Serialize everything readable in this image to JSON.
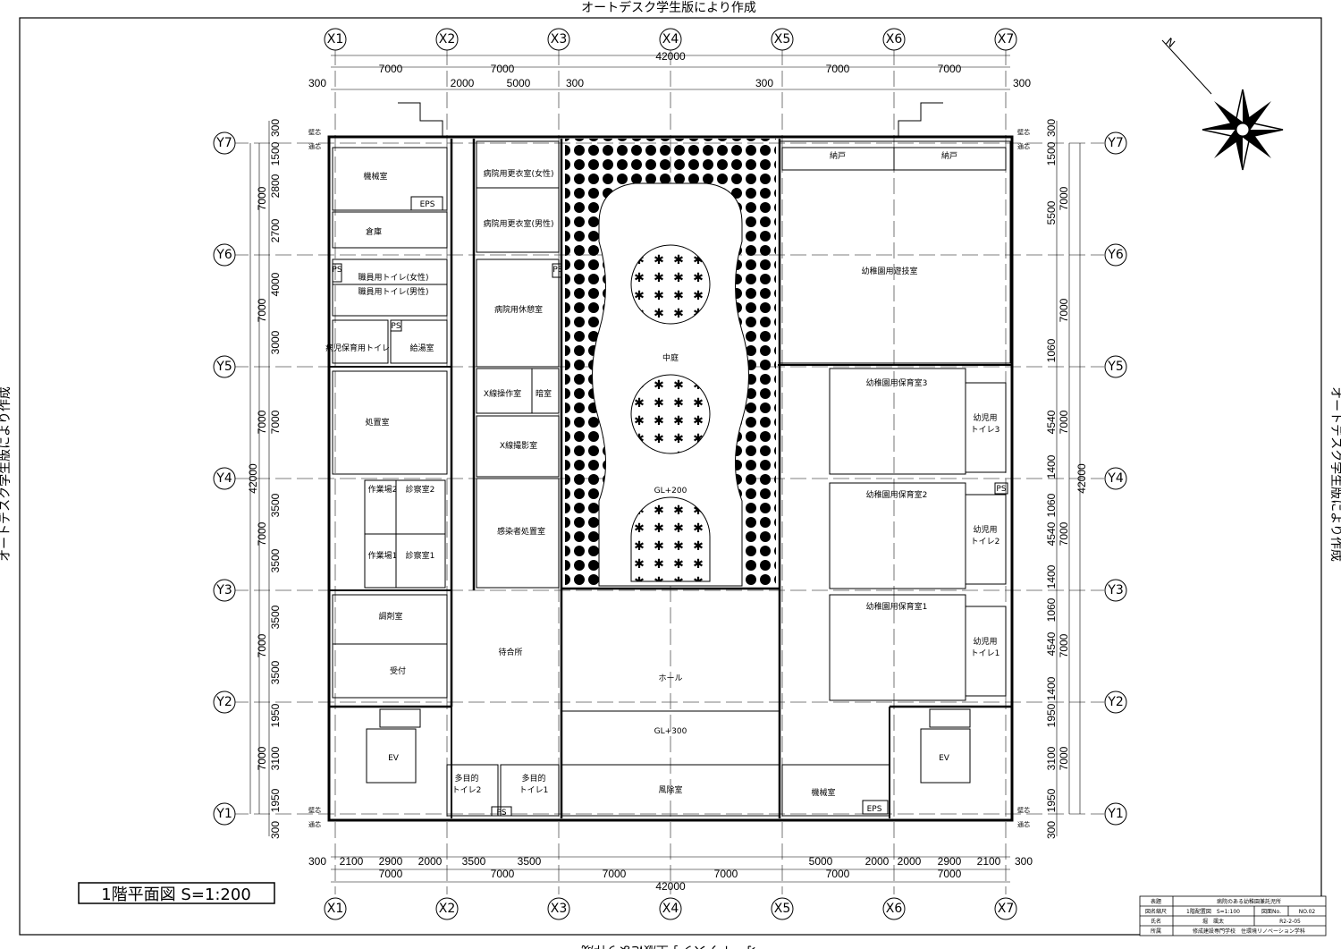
{
  "watermark": "オートデスク学生版により作成",
  "north_label": "N",
  "drawing_title": "1階平面図 S=1:200",
  "grid": {
    "x_axes": [
      "X1",
      "X2",
      "X3",
      "X4",
      "X5",
      "X6",
      "X7"
    ],
    "y_axes": [
      "Y7",
      "Y6",
      "Y5",
      "Y4",
      "Y3",
      "Y2",
      "Y1"
    ]
  },
  "dimensions": {
    "top_total": "42000",
    "top_row2": [
      "7000",
      "7000",
      "7000",
      "7000"
    ],
    "top_row3": [
      "300",
      "2000",
      "5000",
      "300",
      "300",
      "300"
    ],
    "bottom_row1": [
      "300",
      "2100",
      "2900",
      "2000",
      "3500",
      "3500",
      "5000",
      "2000",
      "2000",
      "2900",
      "2100",
      "300"
    ],
    "bottom_row2": [
      "7000",
      "7000",
      "7000",
      "7000",
      "7000",
      "7000"
    ],
    "bottom_total": "42000",
    "left_row1": [
      "300",
      "1500",
      "2800",
      "2700",
      "4000",
      "3000",
      "7000",
      "3500",
      "3500",
      "3500",
      "3500",
      "1950",
      "3100",
      "1950",
      "300"
    ],
    "left_row2": [
      "7000",
      "7000",
      "7000",
      "7000",
      "7000",
      "7000"
    ],
    "left_total": "42000",
    "right_row1": [
      "300",
      "1500",
      "5500",
      "1060",
      "4540",
      "1400",
      "1060",
      "4540",
      "1400",
      "1060",
      "4540",
      "1400",
      "1950",
      "3100",
      "1950",
      "300"
    ],
    "right_row2": [
      "7000",
      "7000",
      "7000",
      "7000",
      "7000",
      "7000"
    ],
    "right_total": "42000"
  },
  "wall_marks": [
    "壁芯",
    "通芯",
    "壁芯",
    "通芯",
    "壁芯",
    "通芯",
    "壁芯",
    "通芯"
  ],
  "rooms": [
    "機械室",
    "EPS",
    "倉庫",
    "職員用トイレ(女性)",
    "職員用トイレ(男性)",
    "PS",
    "病児保育用トイレ",
    "給湯室",
    "PS",
    "処置室",
    "作業場2",
    "診察室2",
    "作業場1",
    "診察室1",
    "調剤室",
    "受付",
    "EV",
    "病院用更衣室(女性)",
    "病院用更衣室(男性)",
    "病院用休憩室",
    "PS",
    "X線操作室",
    "暗室",
    "X線撮影室",
    "感染者処置室",
    "待合所",
    "多目的",
    "トイレ2",
    "多目的",
    "トイレ1",
    "PS",
    "中庭",
    "GL+200",
    "ホール",
    "GL+300",
    "風除室",
    "納戸",
    "納戸",
    "幼稚園用遊技室",
    "幼稚園用保育室3",
    "幼児用",
    "トイレ3",
    "幼稚園用保育室2",
    "幼児用",
    "トイレ2",
    "PS",
    "幼稚園用保育室1",
    "幼児用",
    "トイレ1",
    "機械室",
    "EPS",
    "EV"
  ],
  "title_block": {
    "rows": [
      {
        "label": "表題",
        "value": "病院のある幼稚園兼託児所"
      },
      {
        "label": "図名縮尺",
        "value": "1階配置図　S=1:100",
        "extra_label": "図面No.",
        "extra_value": "NO.02"
      },
      {
        "label": "氏名",
        "value": "堀　颯太",
        "extra_value": "R2-2-05"
      },
      {
        "label": "所属",
        "value": "修成建設専門学校　住環境リノベーション学科"
      }
    ]
  }
}
